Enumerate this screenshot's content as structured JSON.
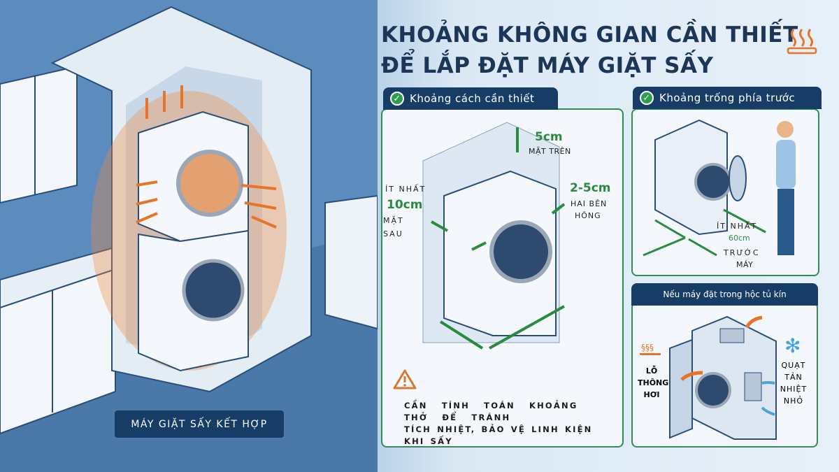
{
  "title": {
    "line1": "KHOẢNG KHÔNG GIAN  CẦN THIẾT",
    "line2": "ĐỂ LẮP ĐẶT MÁY GIẶT SẤY"
  },
  "scene": {
    "label": "MÁY GIẶT SẤY KẾT HỢP"
  },
  "panel_clearance": {
    "header": "Khoảng cách cần thiết",
    "top": {
      "value": "5cm",
      "label": "MẶT TRÊN"
    },
    "back": {
      "prefix": "ÍT NHẤT",
      "value": "10cm",
      "label1": "MẶT",
      "label2": "SAU"
    },
    "side": {
      "value": "2-5cm",
      "label1": "HAI BÊN",
      "label2": "HÔNG"
    },
    "warning_line1": "CẦN TÍNH TOÁN KHOẢNG THỞ ĐỂ TRÁNH",
    "warning_line2": "TÍCH NHIỆT, BẢO VỆ LINH KIỆN KHI SẤY"
  },
  "panel_front": {
    "header": "Khoảng trống phía trước",
    "prefix": "ÍT NHẤT",
    "value": "60cm",
    "label1": "TRƯỚC",
    "label2": "MÁY"
  },
  "panel_cabinet": {
    "header": "Nếu máy đặt trong hộc tủ kín",
    "vent_label": [
      "LỖ",
      "THÔNG",
      "HƠI"
    ],
    "fan_label": [
      "QUẠT",
      "TẢN",
      "NHIỆT",
      "NHỎ"
    ]
  },
  "colors": {
    "navy": "#173c66",
    "green": "#2a8a3e",
    "orange": "#e8742a",
    "wall": "#5d8fbf"
  }
}
